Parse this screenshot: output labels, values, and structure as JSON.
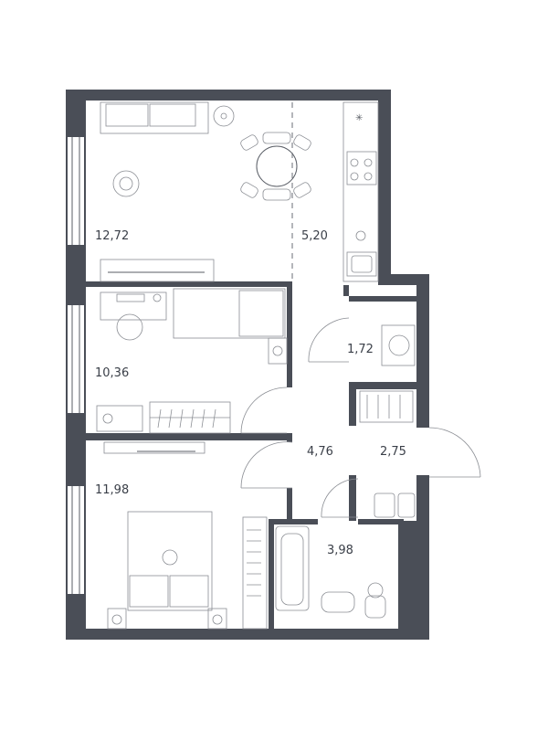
{
  "plan": {
    "wall_color": "#4a4e57",
    "line_color": "#5a5e66",
    "rooms": [
      {
        "id": "living",
        "area": "12,72"
      },
      {
        "id": "kitchen",
        "area": "5,20"
      },
      {
        "id": "bedroom-1",
        "area": "10,36"
      },
      {
        "id": "bedroom-2",
        "area": "11,98"
      },
      {
        "id": "hall",
        "area": "4,76"
      },
      {
        "id": "corridor",
        "area": "2,75"
      },
      {
        "id": "laundry",
        "area": "1,72"
      },
      {
        "id": "bathroom",
        "area": "3,98"
      }
    ]
  }
}
